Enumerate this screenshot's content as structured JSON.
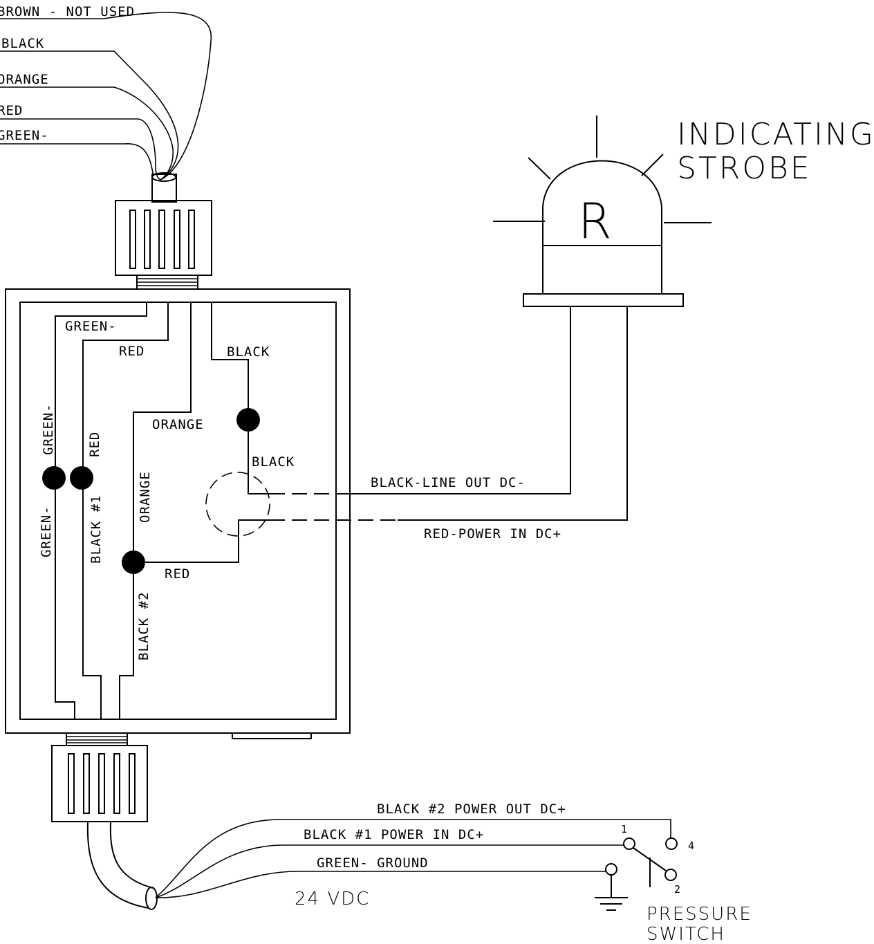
{
  "cable_top": {
    "brown": "BROWN - NOT USED",
    "black": "BLACK",
    "orange": "ORANGE",
    "red": "RED",
    "green": "GREEN-"
  },
  "box": {
    "green_top": "GREEN-",
    "red_top": "RED",
    "black_top": "BLACK",
    "orange_mid": "ORANGE",
    "black_mid": "BLACK",
    "green_v_upper": "GREEN-",
    "red_v": "RED",
    "green_v_lower": "GREEN-",
    "black1_v": "BLACK #1",
    "orange_v": "ORANGE",
    "red_bottom": "RED",
    "black2_v": "BLACK #2"
  },
  "strobe": {
    "title_line1": "INDICATING",
    "title_line2": "STROBE",
    "letter": "R",
    "line_out": "BLACK-LINE OUT DC-",
    "power_in": "RED-POWER IN DC+"
  },
  "bottom": {
    "black2": "BLACK #2  POWER OUT DC+",
    "black1": "BLACK #1   POWER IN DC+",
    "green": "GREEN- GROUND",
    "voltage": "24 VDC"
  },
  "switch": {
    "pin1": "1",
    "pin2": "2",
    "pin4": "4",
    "label_line1": "PRESSURE",
    "label_line2": "SWITCH"
  }
}
